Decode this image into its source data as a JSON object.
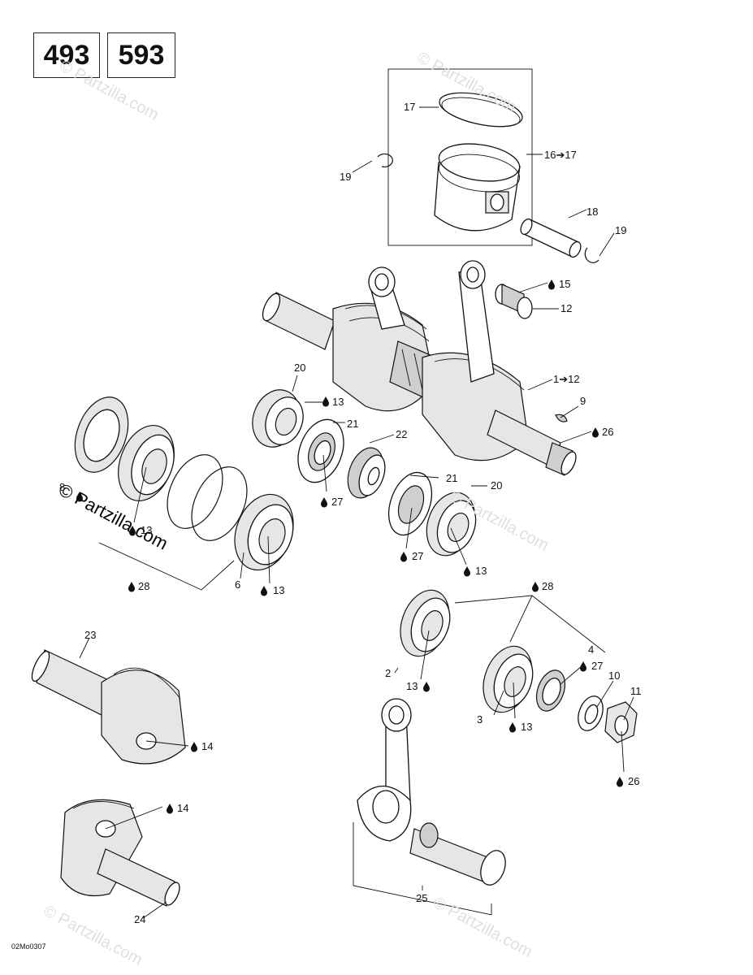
{
  "models": [
    "493",
    "593"
  ],
  "footer_code": "02Mo0307",
  "watermark": "© Partzilla.com",
  "callouts": {
    "c17_top": "17",
    "c16_17": "16➔17",
    "c19_left": "19",
    "c18": "18",
    "c19_right": "19",
    "c15": "15",
    "c12": "12",
    "c1_12": "1➔12",
    "c9": "9",
    "c26_top": "26",
    "c20_left": "20",
    "c13_a": "13",
    "c21_a": "21",
    "c22": "22",
    "c21_b": "21",
    "c20_right": "20",
    "c27_a": "27",
    "c27_b": "27",
    "c13_b": "13",
    "c8": "8",
    "c13_c": "13",
    "c28_left": "28",
    "c6": "6",
    "c13_d": "13",
    "c28_right": "28",
    "c4": "4",
    "c27_c": "27",
    "c10": "10",
    "c11": "11",
    "c2": "2",
    "c13_e": "13",
    "c3": "3",
    "c13_f": "13",
    "c26_bottom": "26",
    "c23": "23",
    "c14_a": "14",
    "c14_b": "14",
    "c24": "24",
    "c25": "25"
  },
  "icons": {
    "lubricant": "drop-icon",
    "arrow": "right-arrow-icon"
  }
}
